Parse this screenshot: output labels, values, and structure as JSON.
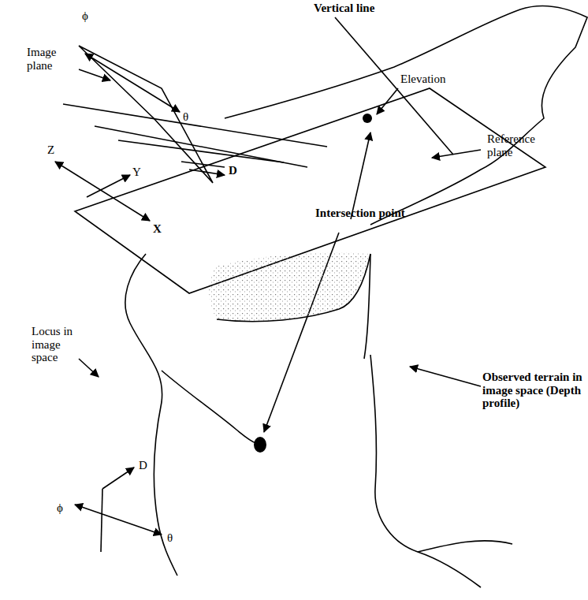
{
  "diagram": {
    "labels": [
      "Vertical line",
      "ϕ",
      "θ",
      "Image plane",
      "Z",
      "Y",
      "D",
      "X",
      "Elevation",
      "Reference plane",
      "Intersection point",
      "Locus in image space",
      "Observed terrain in image space (Depth profile)",
      "D",
      "ϕ",
      "θ"
    ]
  }
}
